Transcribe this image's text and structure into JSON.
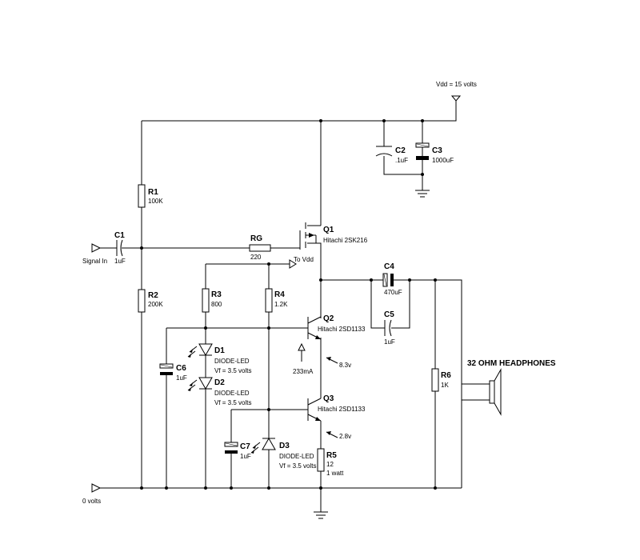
{
  "nodes": {
    "vdd": "Vdd = 15 volts",
    "signal_in": "Signal In",
    "ground": "0 volts",
    "to_vdd": "To Vdd"
  },
  "components": {
    "c1": {
      "ref": "C1",
      "value": "1uF"
    },
    "c2": {
      "ref": "C2",
      "value": ".1uF"
    },
    "c3": {
      "ref": "C3",
      "value": "1000uF"
    },
    "c4": {
      "ref": "C4",
      "value": "470uF"
    },
    "c5": {
      "ref": "C5",
      "value": "1uF"
    },
    "c6": {
      "ref": "C6",
      "value": "1uF"
    },
    "c7": {
      "ref": "C7",
      "value": "1uF"
    },
    "r1": {
      "ref": "R1",
      "value": "100K"
    },
    "r2": {
      "ref": "R2",
      "value": "200K"
    },
    "r3": {
      "ref": "R3",
      "value": "800"
    },
    "r4": {
      "ref": "R4",
      "value": "1.2K"
    },
    "r5": {
      "ref": "R5",
      "value": "12",
      "rating": "1 watt"
    },
    "r6": {
      "ref": "R6",
      "value": "1K"
    },
    "rg": {
      "ref": "RG",
      "value": "220"
    },
    "q1": {
      "ref": "Q1",
      "part": "Hitachi 2SK216"
    },
    "q2": {
      "ref": "Q2",
      "part": "Hitachi 2SD1133"
    },
    "q3": {
      "ref": "Q3",
      "part": "Hitachi 2SD1133"
    },
    "d1": {
      "ref": "D1",
      "type": "DIODE-LED",
      "vf": "Vf = 3.5 volts"
    },
    "d2": {
      "ref": "D2",
      "type": "DIODE-LED",
      "vf": "Vf = 3.5 volts"
    },
    "d3": {
      "ref": "D3",
      "type": "DIODE-LED",
      "vf": "Vf = 3.5 volts"
    },
    "headphones": {
      "label": "32 OHM HEADPHONES"
    }
  },
  "annotations": {
    "current": "233mA",
    "v_q2": "8.3v",
    "v_q3": "2.8v"
  }
}
